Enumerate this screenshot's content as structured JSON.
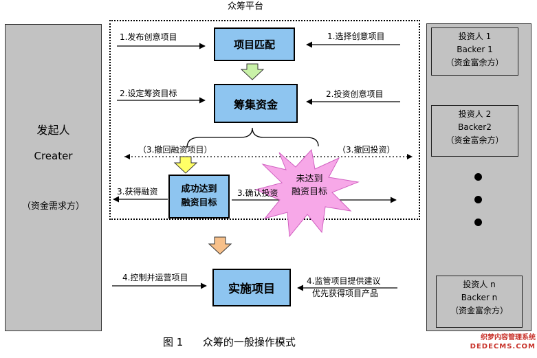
{
  "platform_title": "众筹平台",
  "creator": {
    "name": "发起人",
    "name_en": "Creater",
    "role": "（资金需求方）"
  },
  "investors": [
    {
      "name": "投资人 1",
      "name_en": "Backer 1",
      "role": "（资金富余方）"
    },
    {
      "name": "投资人 2",
      "name_en": "Backer2",
      "role": "（资金富余方）"
    },
    {
      "name": "投资人 n",
      "name_en": "Backer n",
      "role": "（资金富余方）"
    }
  ],
  "boxes": {
    "match": "项目匹配",
    "fund": "筹集资金",
    "success_line1": "成功达到",
    "success_line2": "融资目标",
    "fail_line1": "未达到",
    "fail_line2": "融资目标",
    "implement": "实施项目"
  },
  "arrows": {
    "publish": "1.发布创意项目",
    "choose": "1.选择创意项目",
    "set_goal": "2.设定筹资目标",
    "invest": "2.投资创意项目",
    "withdraw_project": "（3.撤回融资项目）",
    "withdraw_invest": "（3.撤回投资）",
    "get_financing": "3.获得融资",
    "confirm_invest": "3.确认投资",
    "control": "4.控制并运营项目",
    "supervise_line1": "4.监管项目提供建议",
    "supervise_line2": "优先获得项目产品"
  },
  "caption": "图 1      众筹的一般操作模式",
  "watermark_line1": "织梦内容管理系统",
  "watermark_line2": "DEDECMS.COM",
  "colors": {
    "box_blue": "#8ec5f0",
    "panel_gray": "#c2c2c2",
    "star_pink": "#f7a8e8",
    "arrow_green": "#c9f2a8",
    "arrow_yellow": "#ffff66",
    "arrow_orange": "#f7c08a",
    "watermark_red": "#c8322a"
  }
}
